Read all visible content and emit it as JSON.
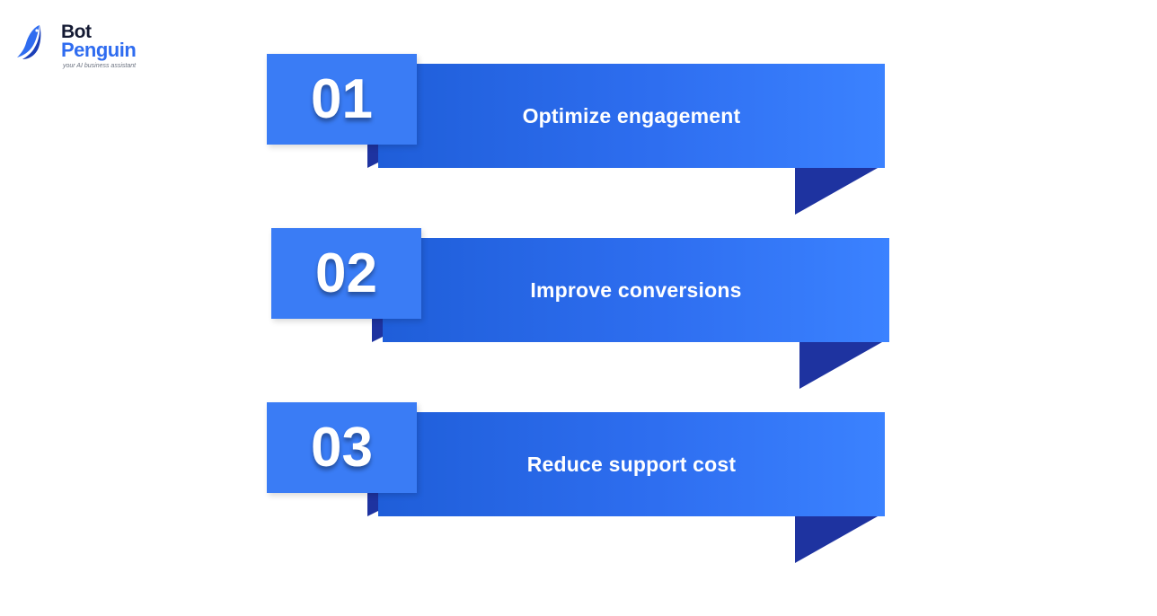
{
  "logo": {
    "line1": "Bot",
    "line2": "Penguin",
    "tagline": "your AI business assistant"
  },
  "colors": {
    "band_start": "#1f5ed9",
    "band_end": "#3b82ff",
    "number_box": "#3a7cf5",
    "fold": "#1e33a0"
  },
  "steps": [
    {
      "number": "01",
      "label": "Optimize engagement"
    },
    {
      "number": "02",
      "label": "Improve conversions"
    },
    {
      "number": "03",
      "label": "Reduce support cost"
    }
  ]
}
